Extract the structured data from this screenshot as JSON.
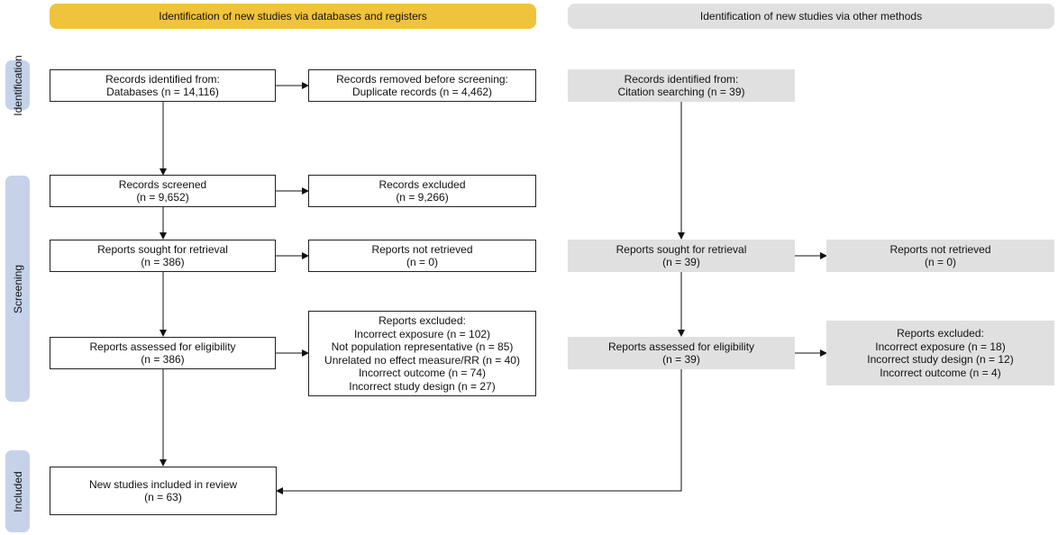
{
  "headers": {
    "left": "Identification of new studies via databases and registers",
    "right": "Identification of new studies via other methods"
  },
  "phases": {
    "identification": "Identification",
    "screening": "Screening",
    "included": "Included"
  },
  "boxes": {
    "db_identified": [
      "Records identified from:",
      "Databases (n = 14,116)"
    ],
    "db_removed": [
      "Records removed before screening:",
      "Duplicate records (n = 4,462)"
    ],
    "other_identified": [
      "Records identified from:",
      "Citation searching (n = 39)"
    ],
    "db_screened": [
      "Records screened",
      "(n = 9,652)"
    ],
    "db_excluded": [
      "Records excluded",
      "(n = 9,266)"
    ],
    "db_sought": [
      "Reports sought for retrieval",
      "(n = 386)"
    ],
    "db_not_retrieved": [
      "Reports not retrieved",
      "(n = 0)"
    ],
    "other_sought": [
      "Reports sought for retrieval",
      "(n = 39)"
    ],
    "other_not_retrieved": [
      "Reports not retrieved",
      "(n = 0)"
    ],
    "db_assessed": [
      "Reports assessed for eligibility",
      "(n = 386)"
    ],
    "db_reports_excluded": [
      "Reports excluded:",
      "Incorrect exposure (n = 102)",
      "Not population representative (n = 85)",
      "Unrelated no effect measure/RR (n = 40)",
      "Incorrect outcome (n = 74)",
      "Incorrect study design (n = 27)"
    ],
    "other_assessed": [
      "Reports assessed for eligibility",
      "(n = 39)"
    ],
    "other_reports_excluded": [
      "Reports excluded:",
      "Incorrect exposure (n = 18)",
      "Incorrect study design (n = 12)",
      "Incorrect outcome (n = 4)"
    ],
    "included": [
      "New studies included in review",
      "(n = 63)"
    ]
  },
  "colors": {
    "left_header": "#f0c33c",
    "right_header": "#e0e0e0",
    "phase_label": "#c5d2ea",
    "grey_box": "#e0e0e0"
  }
}
